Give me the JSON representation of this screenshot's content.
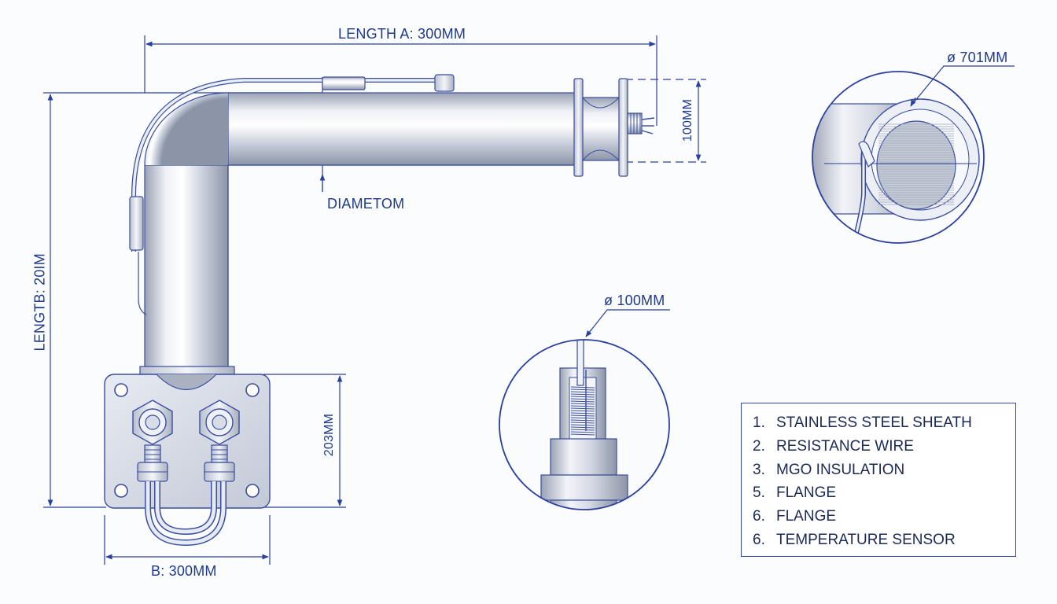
{
  "colors": {
    "ink": "#2a3f9e",
    "steel_light": "#eef1f6",
    "steel_mid": "#c9cfdb",
    "steel_dark": "#8c95a8",
    "paper": "#fbfcfe"
  },
  "dimensions": {
    "length_a": "LENGTH A: 300MM",
    "length_b": "LENGTB: 20IM",
    "b": "B: 300MM",
    "diameter": "DIAMETOM",
    "flange_height": "100MM",
    "base_height": "203MM"
  },
  "details": {
    "top_diameter": "ø 701MM",
    "bottom_diameter": "ø 100MM"
  },
  "legend": {
    "items": [
      {
        "num": "1.",
        "label": "STAINLESS STEEL SHEATH"
      },
      {
        "num": "2.",
        "label": "RESISTANCE WIRE"
      },
      {
        "num": "3.",
        "label": "MGO INSULATION"
      },
      {
        "num": "5.",
        "label": "FLANGE"
      },
      {
        "num": "6.",
        "label": "FLANGE"
      },
      {
        "num": "6.",
        "label": "TEMPERATURE SENSOR"
      }
    ]
  }
}
